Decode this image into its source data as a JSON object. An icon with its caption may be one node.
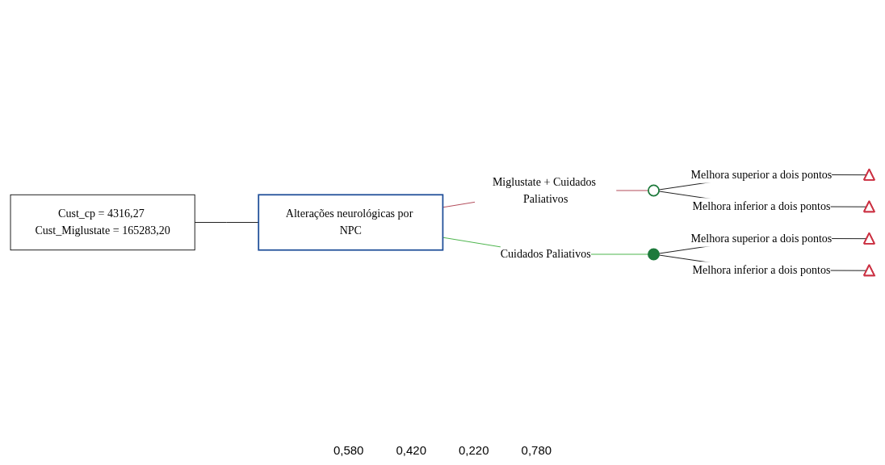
{
  "diagram": {
    "nodes": [
      {
        "text": [
          "Alterações neurológicas por NPC"
        ]
      },
      {
        "text": [
          "Cust_cp = 4316,27 Cust_Miglustate = 165283,20"
        ]
      },
      {
        "text": [],
        "shape": "circle"
      },
      {
        "text": [],
        "shape": "circle"
      },
      {
        "text": [],
        "shape": "triangle"
      },
      {
        "text": [],
        "shape": "triangle"
      },
      {
        "text": [],
        "shape": "triangle"
      },
      {
        "text": [],
        "shape": "triangle"
      }
    ],
    "edges": [
      {
        "from": 1,
        "to": 0,
        "arrow": "none"
      },
      {
        "from": 0,
        "to": 2,
        "arrow": "none",
        "label": "Miglustate + Cuidados Paliativos",
        "color": "#a83244"
      },
      {
        "from": 0,
        "to": 3,
        "arrow": "none",
        "label": "Cuidados Paliativos",
        "color": "#33aa33"
      },
      {
        "from": 2,
        "to": 4,
        "arrow": "none",
        "label": "Melhora superior a dois pontos"
      },
      {
        "from": 2,
        "to": 5,
        "arrow": "none",
        "label": "Melhora inferior a dois pontos"
      },
      {
        "from": 3,
        "to": 6,
        "arrow": "none",
        "label": "Melhora superior a dois pontos"
      },
      {
        "from": 3,
        "to": 7,
        "arrow": "none",
        "label": "Melhora inferior a dois pontos"
      }
    ],
    "labels": [
      "0,580",
      "0,420",
      "0,220",
      "0,780"
    ]
  }
}
